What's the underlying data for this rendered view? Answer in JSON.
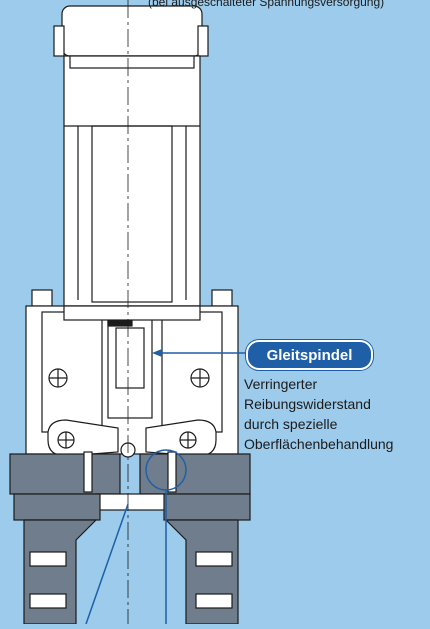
{
  "top_note": "(bei ausgeschalteter Spannungsversorgung)",
  "callout": {
    "title": "Gleitspindel",
    "lines": [
      "Verringerter",
      "Reibungswiderstand",
      "durch spezielle",
      "Oberflächenbehandlung"
    ]
  },
  "colors": {
    "background": "#9ccbec",
    "body": "#ffffff",
    "jaws": "#6f7d8c",
    "line": "#1b1b1b",
    "accent": "#1f5fa8"
  }
}
